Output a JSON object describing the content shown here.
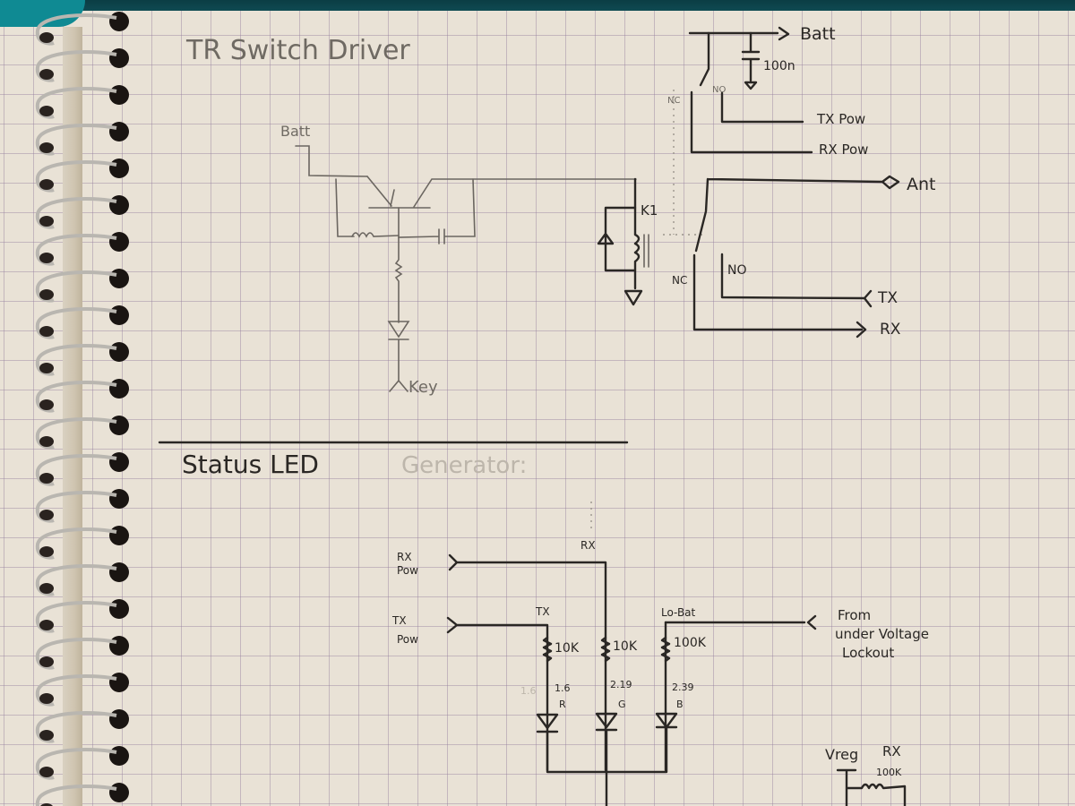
{
  "notebook": {
    "paper": "grid",
    "colors": {
      "paper": "#e9e2d6",
      "ink": "#2a2724",
      "cover": "#0f8a93",
      "grid": "#9682a0"
    }
  },
  "tr_switch_driver": {
    "title": "TR Switch Driver",
    "batt_input_label": "Batt",
    "key_label": "Key",
    "relay_label": "K1",
    "relay_nc_label": "NC",
    "relay_no_label": "NO",
    "top_relay_nc_label": "NC",
    "top_relay_no_label": "NO",
    "batt_top_label": "Batt",
    "cap_label": "100n",
    "tx_pow_label": "TX Pow",
    "rx_pow_label": "RX Pow",
    "ant_label": "Ant",
    "tx_label": "TX",
    "rx_label": "RX"
  },
  "status_led": {
    "title": "Status LED",
    "title_erased": "Generator:",
    "rx_pow_label_line1": "RX",
    "rx_pow_label_line2": "Pow",
    "tx_pow_label_line1": "TX",
    "tx_pow_label_line2": "Pow",
    "rx_net_label": "RX",
    "tx_net_label": "TX",
    "lobat_net_label": "Lo-Bat",
    "from_label_lines": [
      "From",
      "under Voltage",
      "Lockout"
    ],
    "branches": [
      {
        "resistor": "10K",
        "voltage": "1.6",
        "voltage_faint": "1.6",
        "color": "R"
      },
      {
        "resistor": "10K",
        "voltage": "2.19",
        "color": "G"
      },
      {
        "resistor": "100K",
        "voltage": "2.39",
        "color": "B"
      }
    ],
    "vreg_label": "Vreg",
    "vreg_rx_label": "RX",
    "vreg_resistor": "100K"
  }
}
